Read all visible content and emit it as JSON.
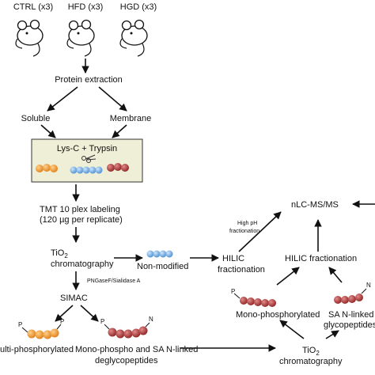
{
  "groups": [
    {
      "label": "CTRL (x3)"
    },
    {
      "label": "HFD (x3)"
    },
    {
      "label": "HGD (x3)"
    }
  ],
  "steps": {
    "protein_extraction": "Protein extraction",
    "soluble": "Soluble",
    "membrane": "Membrane",
    "digest": "Lys-C + Trypsin",
    "tmt_line1": "TMT 10 plex labeling",
    "tmt_line2": "(120 µg per replicate)",
    "tio2_line1": "TiO",
    "tio2_sub": "2",
    "tio2_line2": "chromatography",
    "non_modified": "Non-modified",
    "pngase": "PNGaseF/Sialidase A",
    "simac": "SIMAC",
    "multi_phos": "ulti-phosphorylated",
    "mono_phospho_sa_line1": "Mono-phospho and SA N-linked",
    "mono_phospho_sa_line2": "deglycopeptides",
    "hilic_frac_line1": "HILIC",
    "hilic_frac_line2": "fractionation",
    "high_ph_line1": "High pH",
    "high_ph_line2": "fractionation",
    "nlc": "nLC-MS/MS",
    "hilic_fractionation": "HILIC fractionation",
    "mono_phos": "Mono-phosphorylated",
    "sa_line1": "SA N-linked",
    "sa_line2": "glycopeptides",
    "tio2b_line1": "TiO",
    "tio2b_sub": "2",
    "tio2b_line2": "chromatography",
    "p_mark": "P",
    "n_mark": "N"
  },
  "colors": {
    "orange": "#f0922b",
    "blue": "#6aa8df",
    "red": "#b03a3a",
    "box_fill": "#efefd8"
  }
}
